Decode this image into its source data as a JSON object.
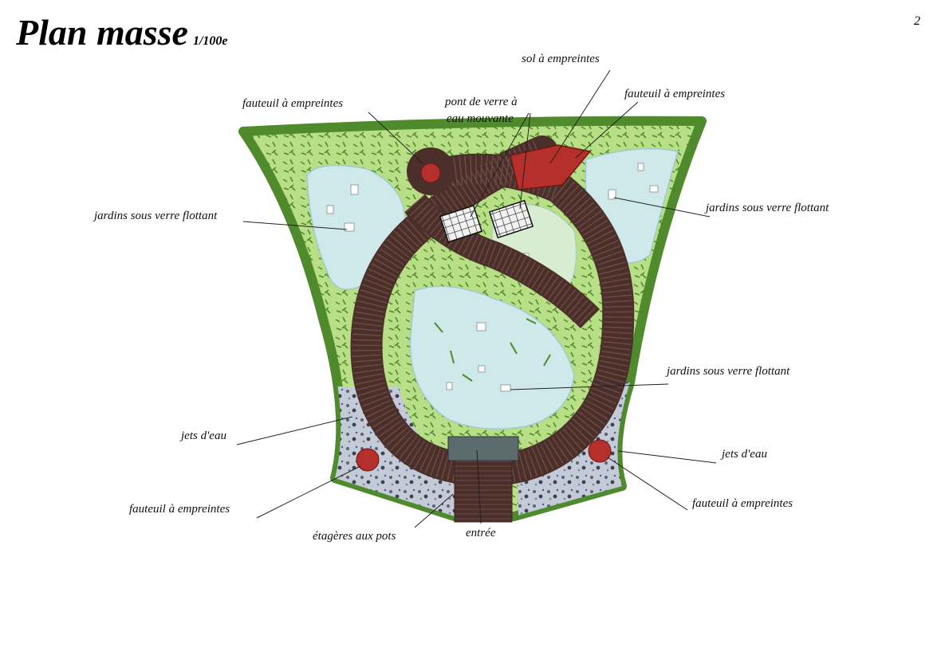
{
  "header": {
    "title": "Plan masse",
    "scale": "1/100e",
    "page_number": "2"
  },
  "labels": {
    "sol_empreintes": "sol à empreintes",
    "fauteuil_top_left": "fauteuil  à empreintes",
    "pont_line1": "pont de verre à",
    "pont_line2": "eau mouvante",
    "fauteuil_top_right": "fauteuil  à empreintes",
    "jardins_left": "jardins sous verre flottant",
    "jardins_right": "jardins sous verre flottant",
    "jardins_center": "jardins sous verre flottant",
    "jets_left": "jets d'eau",
    "jets_right": "jets d'eau",
    "fauteuil_bottom_left": "fauteuil  à empreintes",
    "fauteuil_bottom_right": "fauteuil  à empreintes",
    "etageres": "étagères aux pots",
    "entree": "entrée"
  },
  "colors": {
    "hedge": "#4f8a2c",
    "foliage": "#9ccc5a",
    "glass_water": "#cfe8ea",
    "path": "#4a2f2a",
    "seat": "#b5302a",
    "gravel": "#a9b2c2",
    "entry_slab": "#5c6b6e"
  }
}
